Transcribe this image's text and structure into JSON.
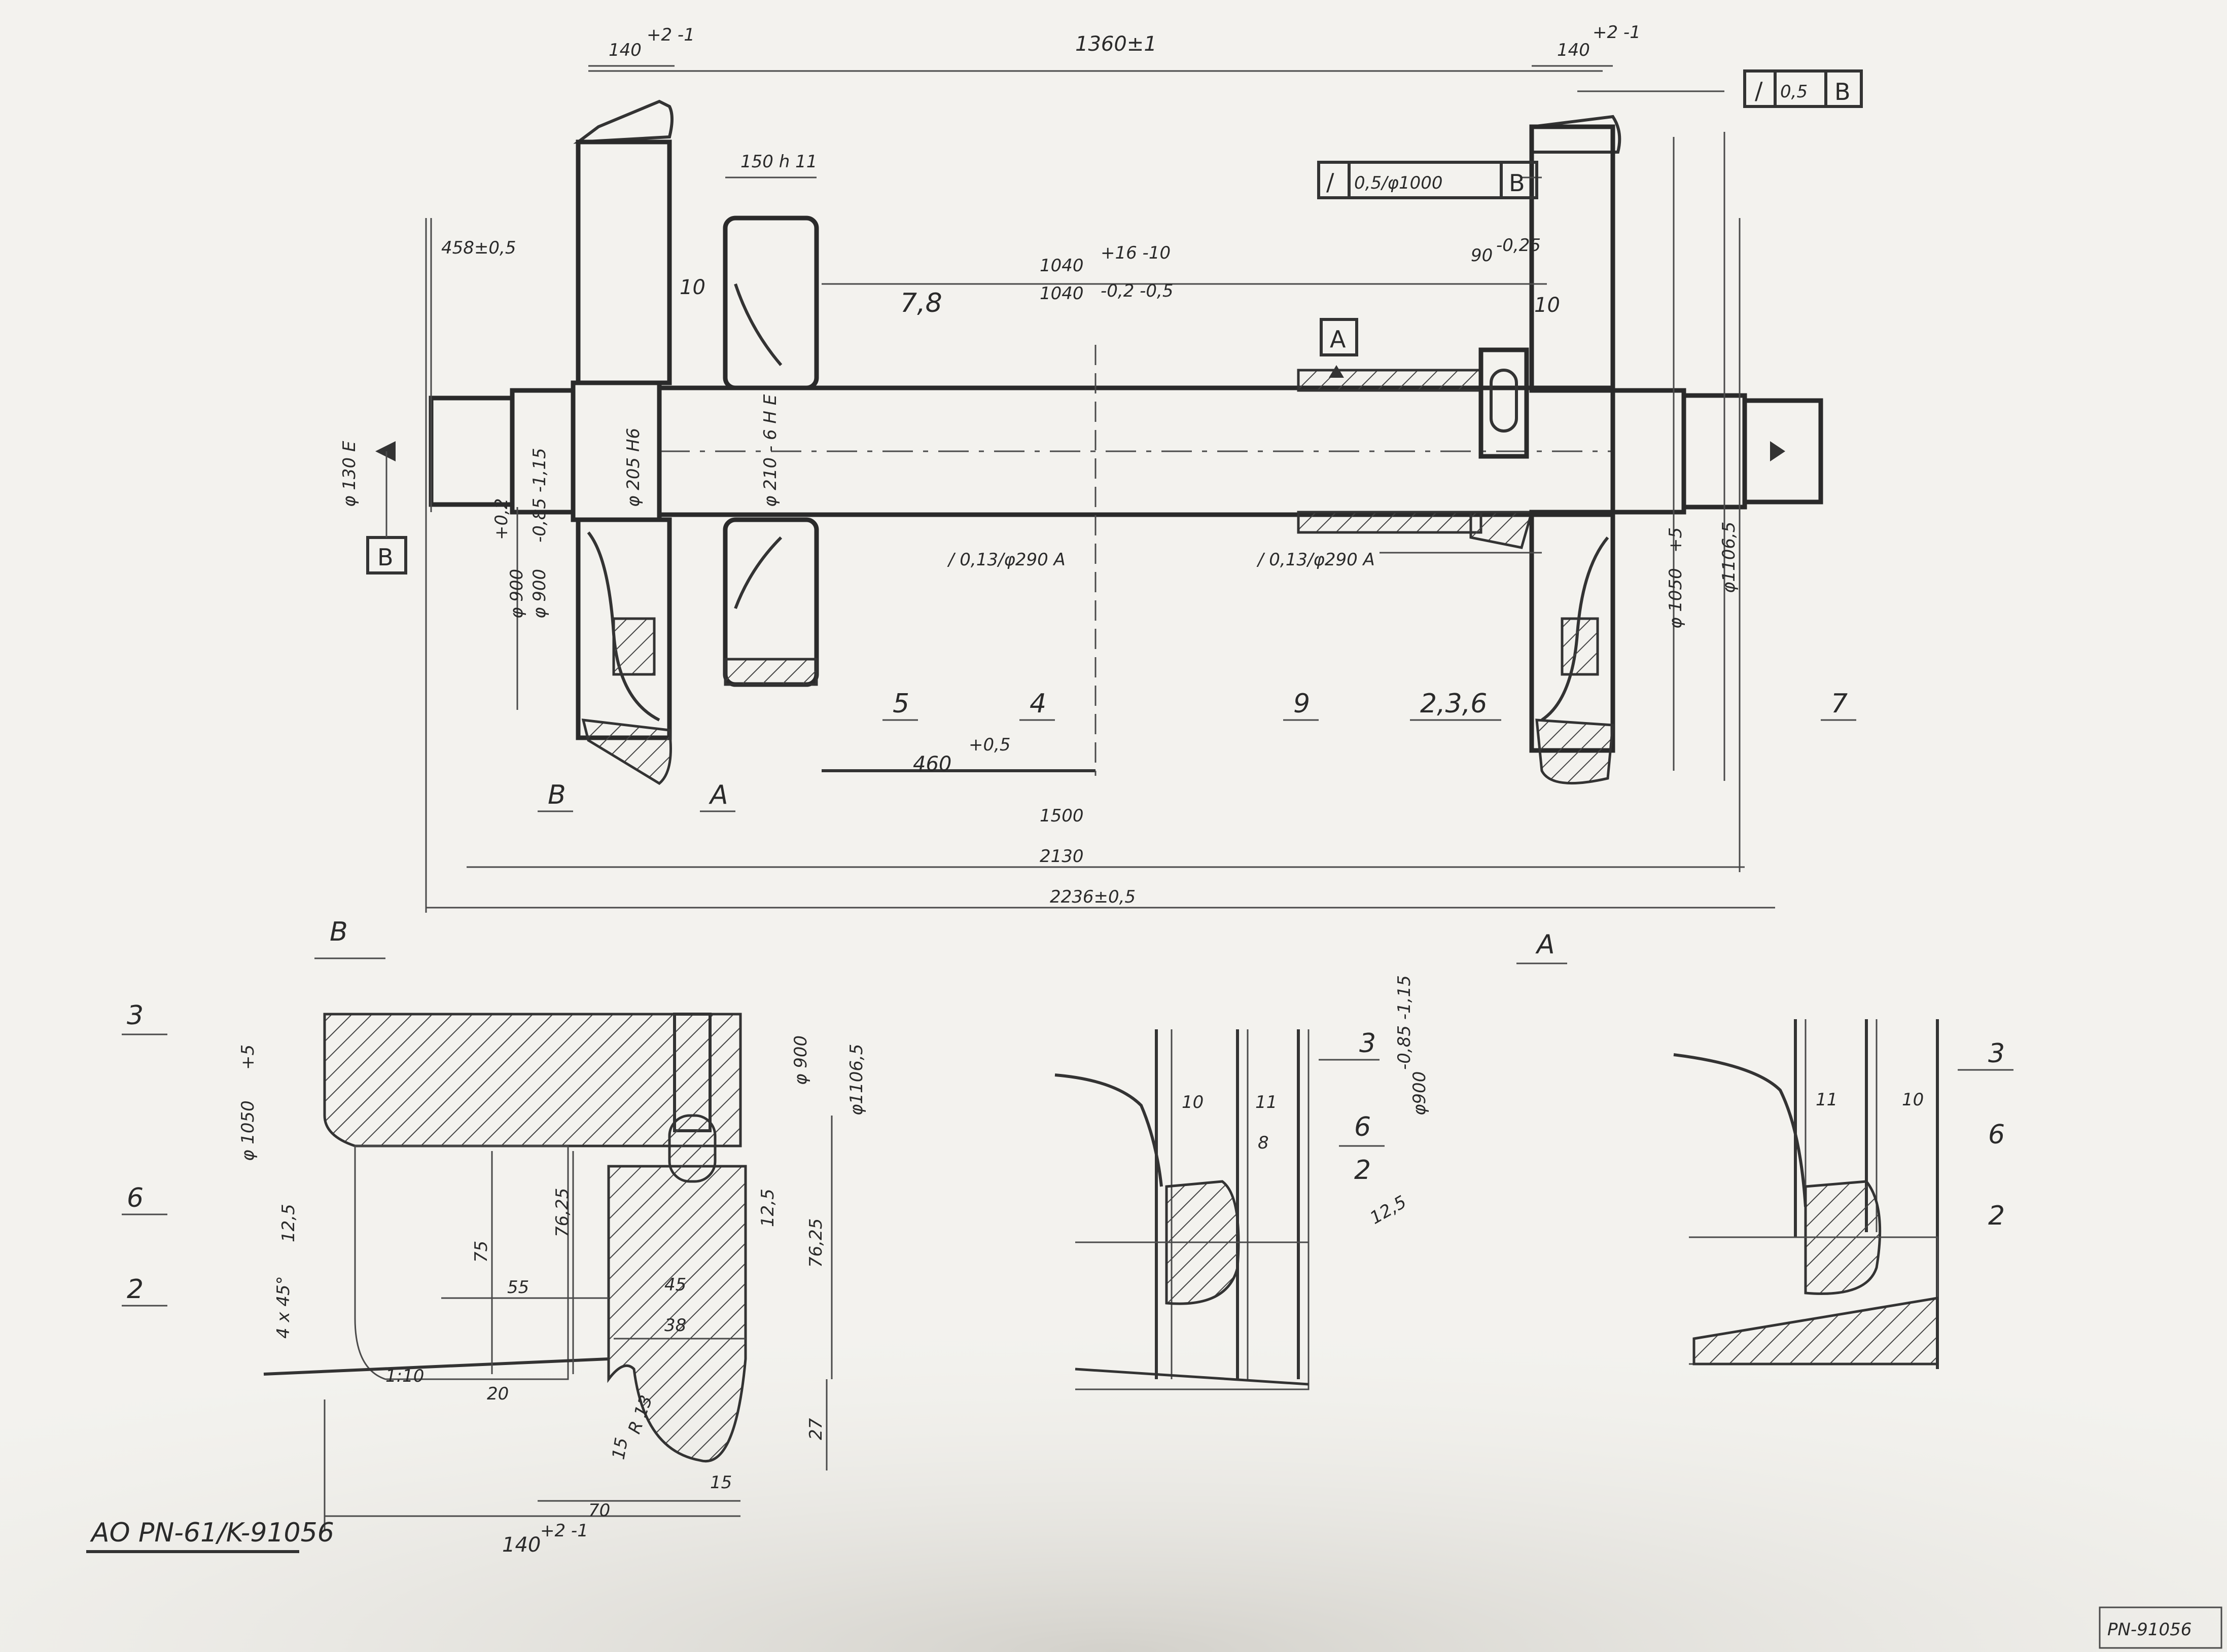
{
  "dimensions": {
    "d1360": "1360±1",
    "d140_left_top": "140",
    "d140_left_top_tol": "+2 -1",
    "d140_right_top": "140",
    "d140_right_top_tol": "+2 -1",
    "d150h11": "150 h 11",
    "d458": "458±0,5",
    "d10_left": "10",
    "d10_right": "10",
    "d1040_a": "1040",
    "d1040_a_tol": "+16 -10",
    "d1040_b": "1040",
    "d1040_b_tol": "-0,2 -0,5",
    "d90": "90",
    "d90_tol": "-0,25",
    "d460": "460",
    "d460_tol": "+0,5",
    "d1500": "1500",
    "d2130": "2130",
    "d2236": "2236±0,5",
    "d900_a": "φ 900",
    "d900_a_tol": "+0,2",
    "d900_b": "φ 900",
    "d900_b_tol": "-0,85 -1,15",
    "d1050": "φ 1050",
    "d1050_tol": "+5",
    "d1106": "φ1106,5",
    "d130": "φ 130 E",
    "d205": "φ 205 H6",
    "d210": "φ 210 - 6 H E"
  },
  "tolerance_frames": {
    "top_right": {
      "symbol": "/",
      "value": "0,5",
      "datum": "B"
    },
    "mid_right": {
      "symbol": "/",
      "value": "0,5/φ1000",
      "datum": "B"
    },
    "small_left": "/ 0,13/φ290  A",
    "small_right": "/ 0,13/φ290  A"
  },
  "datums": {
    "a": "A",
    "b": "B"
  },
  "callouts": [
    "7,8",
    "5",
    "4",
    "9",
    "2,3,6",
    "7",
    "B",
    "A"
  ],
  "part_numbers": {
    "p3": "3",
    "p6": "6",
    "p2": "2"
  },
  "detail_b": {
    "title": "B",
    "dims": {
      "d1050": "φ 1050",
      "d1050_tol": "+5",
      "d900": "φ 900",
      "d1106": "φ1106,5",
      "r125": "12,5",
      "chamfer": "4 x 45°",
      "taper": "1:10",
      "d20": "20",
      "d55": "55",
      "d75": "75",
      "d7625a": "76,25",
      "d7625b": "76,25",
      "d45": "45",
      "d38": "38",
      "r125b": "12,5",
      "d27": "27",
      "r13": "R 13",
      "r15": "15",
      "d15": "15",
      "d70": "70",
      "d140": "140",
      "d140_tol": "+2 -1"
    }
  },
  "detail_a": {
    "title": "A",
    "dims": {
      "d10": "10",
      "d11": "11",
      "d8": "8",
      "d900": "φ900",
      "d900_tol": "-0,85 -1,15",
      "r125": "12,5"
    }
  },
  "detail_c": {
    "dims": {
      "d11": "11",
      "d10": "10"
    }
  },
  "drawing_number": "AO PN-61/K-91056",
  "corner_stamp": "PN-91056"
}
